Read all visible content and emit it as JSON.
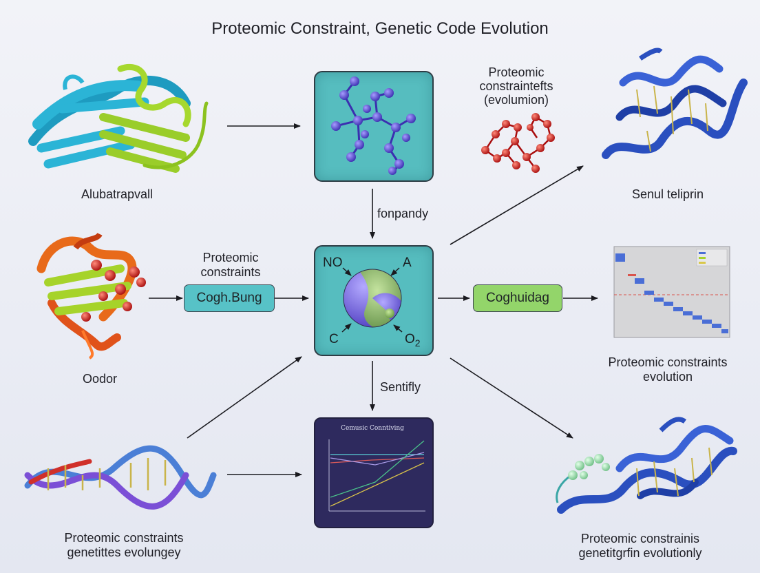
{
  "title": "Proteomic Constraint, Genetic Code Evolution",
  "labels": {
    "protein_tl": "Alubatrapvall",
    "protein_ml": "Oodor",
    "dna_bl": "Proteomic constraints\ngenetittes evolungey",
    "proteomic_top": "Proteomic\nconstraintefts\n(evolumion)",
    "helix_tr": "Senul teliprin",
    "chart_r": "Proteomic constraints\nevolution",
    "helix_br": "Proteomic constrainis\ngenetitgrfin evolutionly",
    "proteomic_mid": "Proteomic\nconstraints"
  },
  "boxes": {
    "left_box": "Cogh.Bung",
    "right_box": "Coghuidag"
  },
  "arrows": {
    "down_top": "fonpandy",
    "down_bottom": "Sentifly"
  },
  "center_node": {
    "tl": "NO",
    "tr": "A",
    "bl": "C",
    "br": "O",
    "br_sub": "2"
  },
  "mini_chart": {
    "title": "Cemusic Conntiving"
  },
  "colors": {
    "teal_node": "#56bdbf",
    "teal_box": "#57c2c7",
    "green_box": "#93d56a",
    "chart_bg": "#2e2a5e",
    "protein_cyan": "#2bb4d6",
    "protein_lime": "#9acd2a",
    "atom_purple": "#5b4fd2",
    "atom_red": "#d21e1e",
    "helix_blue": "#2a4fbf"
  }
}
